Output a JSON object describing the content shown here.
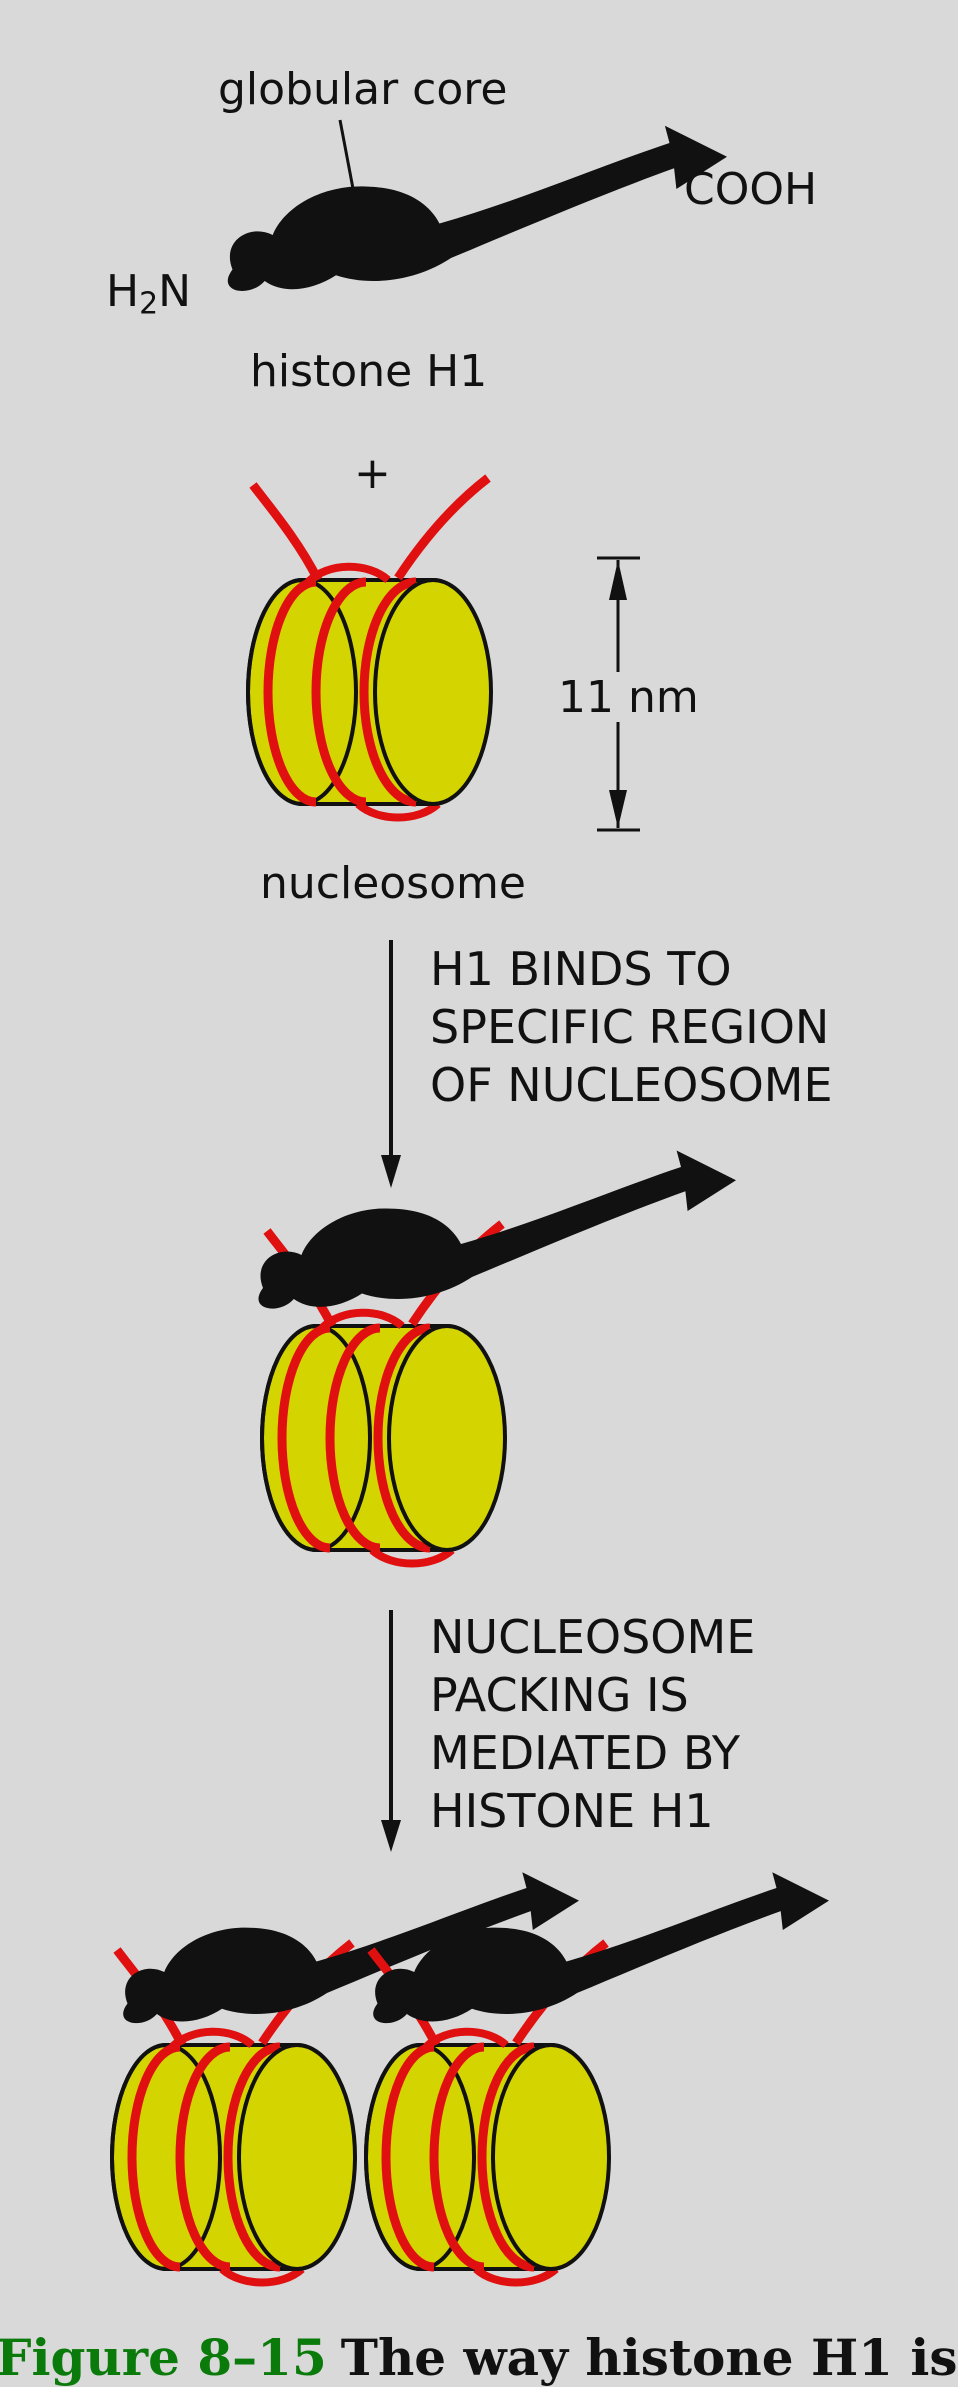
{
  "labels": {
    "globular_core": "globular core",
    "cooh": "COOH",
    "h2n_main": "H",
    "h2n_sub": "2",
    "h2n_tail": "N",
    "histone_h1": "histone H1",
    "plus": "+",
    "size": "11 nm",
    "nucleosome": "nucleosome"
  },
  "steps": {
    "step1": [
      "H1 BINDS TO",
      "SPECIFIC REGION",
      "OF NUCLEOSOME"
    ],
    "step2": [
      "NUCLEOSOME",
      "PACKING IS",
      "MEDIATED BY",
      "HISTONE H1"
    ]
  },
  "caption": {
    "figure": "Figure 8–15",
    "text": "The way histone H1 is"
  },
  "colors": {
    "background": "#d9d9d9",
    "core_fill": "#d4d400",
    "dna": "#e01010",
    "histone": "#111111",
    "caption_figure": "#0a7a0a"
  }
}
